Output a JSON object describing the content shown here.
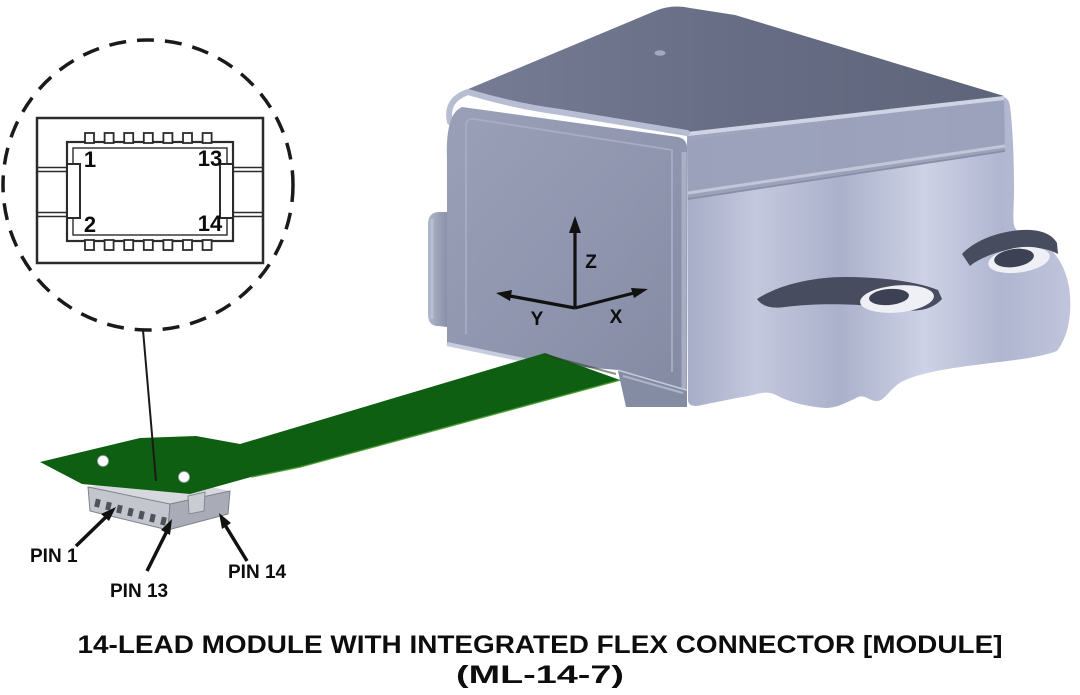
{
  "figure": {
    "caption_line1": "14-LEAD MODULE WITH INTEGRATED FLEX CONNECTOR [MODULE]",
    "caption_line2": "(ML-14-7)"
  },
  "detail_view": {
    "pin_top_left": "1",
    "pin_top_right": "13",
    "pin_bottom_left": "2",
    "pin_bottom_right": "14"
  },
  "axes": {
    "z_label": "Z",
    "y_label": "Y",
    "x_label": "X"
  },
  "callouts": {
    "pin1": "PIN 1",
    "pin13": "PIN 13",
    "pin14": "PIN 14"
  },
  "colors": {
    "background": "#ffffff",
    "flex_green": "#0e5f11",
    "flex_edge_green": "#3d9426",
    "module_top": "#696f87",
    "module_front": "#8f95ae",
    "module_side": "#b6bbd4",
    "connector_gray": "#c4c6cd",
    "hole_dark": "#3c4153",
    "line_black": "#1a1a1a"
  }
}
